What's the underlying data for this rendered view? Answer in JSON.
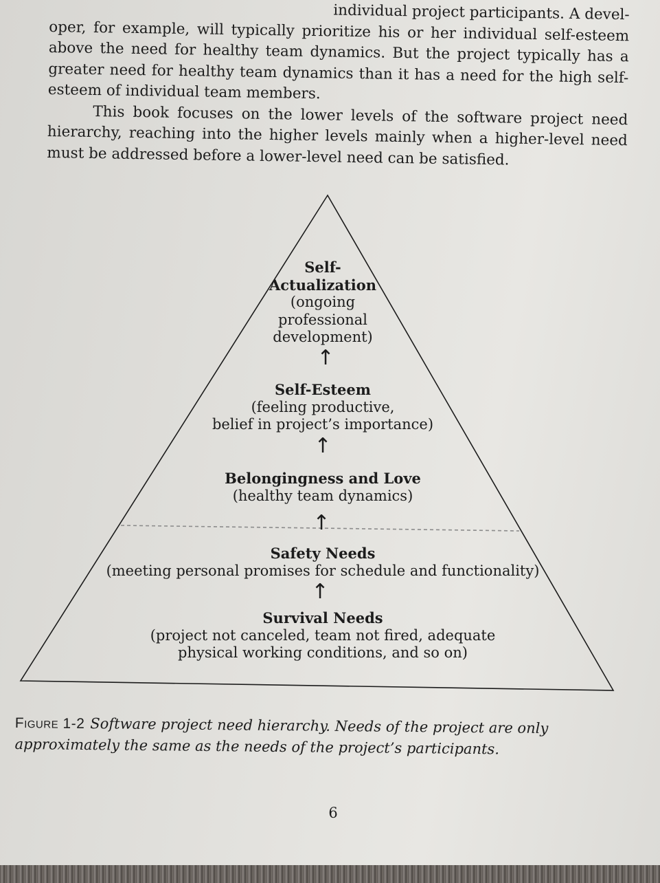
{
  "body_text": {
    "paragraph_1": "oper, for example, will typically prioritize his or her individual self-esteem above the need for healthy team dynamics. But the project typically has a greater need for healthy team dynamics than it has a need for the high self-esteem of individual team members.",
    "paragraph_1_lead": "individual project participants. A devel-",
    "paragraph_2": "This book focuses on the lower levels of the software project need hierarchy, reaching into the higher levels mainly when a higher-level need must be addressed before a lower-level need can be satisfied."
  },
  "figure": {
    "levels": [
      {
        "title": "Self-Actualization",
        "title_line_1": "Self-",
        "title_line_2": "Actualization",
        "desc_line_1": "(ongoing",
        "desc_line_2": "professional",
        "desc_line_3": "development)"
      },
      {
        "title": "Self-Esteem",
        "desc_line_1": "(feeling productive,",
        "desc_line_2": "belief in project’s importance)"
      },
      {
        "title": "Belongingness and Love",
        "desc_line_1": "(healthy team dynamics)"
      },
      {
        "title": "Safety Needs",
        "desc_line_1": "(meeting personal promises for schedule and functionality)"
      },
      {
        "title": "Survival Needs",
        "desc_line_1": "(project not canceled, team not fired, adequate",
        "desc_line_2": "physical working conditions, and so on)"
      }
    ],
    "arrow_glyph": "↑"
  },
  "caption": {
    "label": "Figure 1-2",
    "text": "Software project need hierarchy. Needs of the project are only approximately the same as the needs of the project’s participants."
  },
  "page_number": "6",
  "colors": {
    "ink": "#1c1c1c",
    "paper": "#e2e1dd",
    "dashed_line": "#8c8c8c"
  }
}
